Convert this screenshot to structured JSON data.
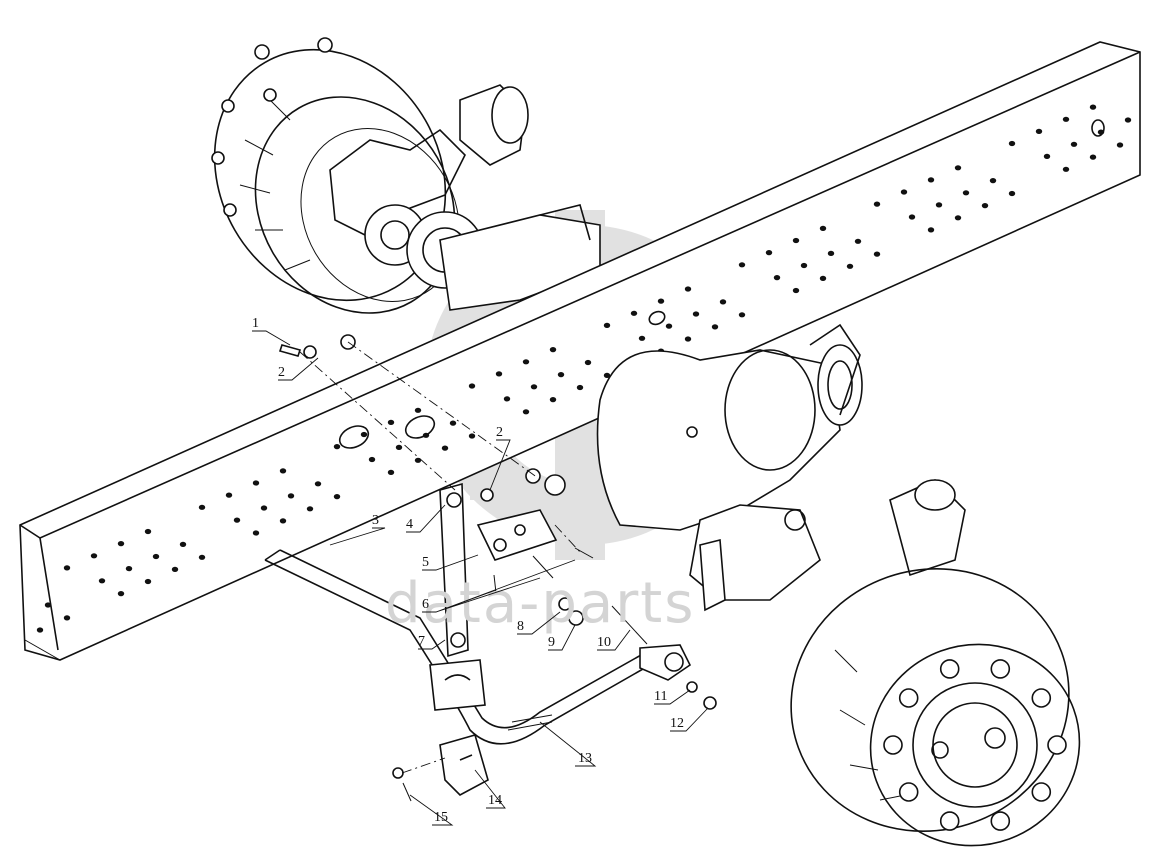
{
  "watermark": {
    "text": "data-parts",
    "logo": "dp-logo-watermark"
  },
  "callouts": [
    {
      "id": "c1",
      "label": "1"
    },
    {
      "id": "c2a",
      "label": "2"
    },
    {
      "id": "c2b",
      "label": "2"
    },
    {
      "id": "c3",
      "label": "3"
    },
    {
      "id": "c4",
      "label": "4"
    },
    {
      "id": "c5",
      "label": "5"
    },
    {
      "id": "c6",
      "label": "6"
    },
    {
      "id": "c7",
      "label": "7"
    },
    {
      "id": "c8",
      "label": "8"
    },
    {
      "id": "c9",
      "label": "9"
    },
    {
      "id": "c10",
      "label": "10"
    },
    {
      "id": "c11",
      "label": "11"
    },
    {
      "id": "c12",
      "label": "12"
    },
    {
      "id": "c13",
      "label": "13"
    },
    {
      "id": "c14",
      "label": "14"
    },
    {
      "id": "c15",
      "label": "15"
    }
  ]
}
